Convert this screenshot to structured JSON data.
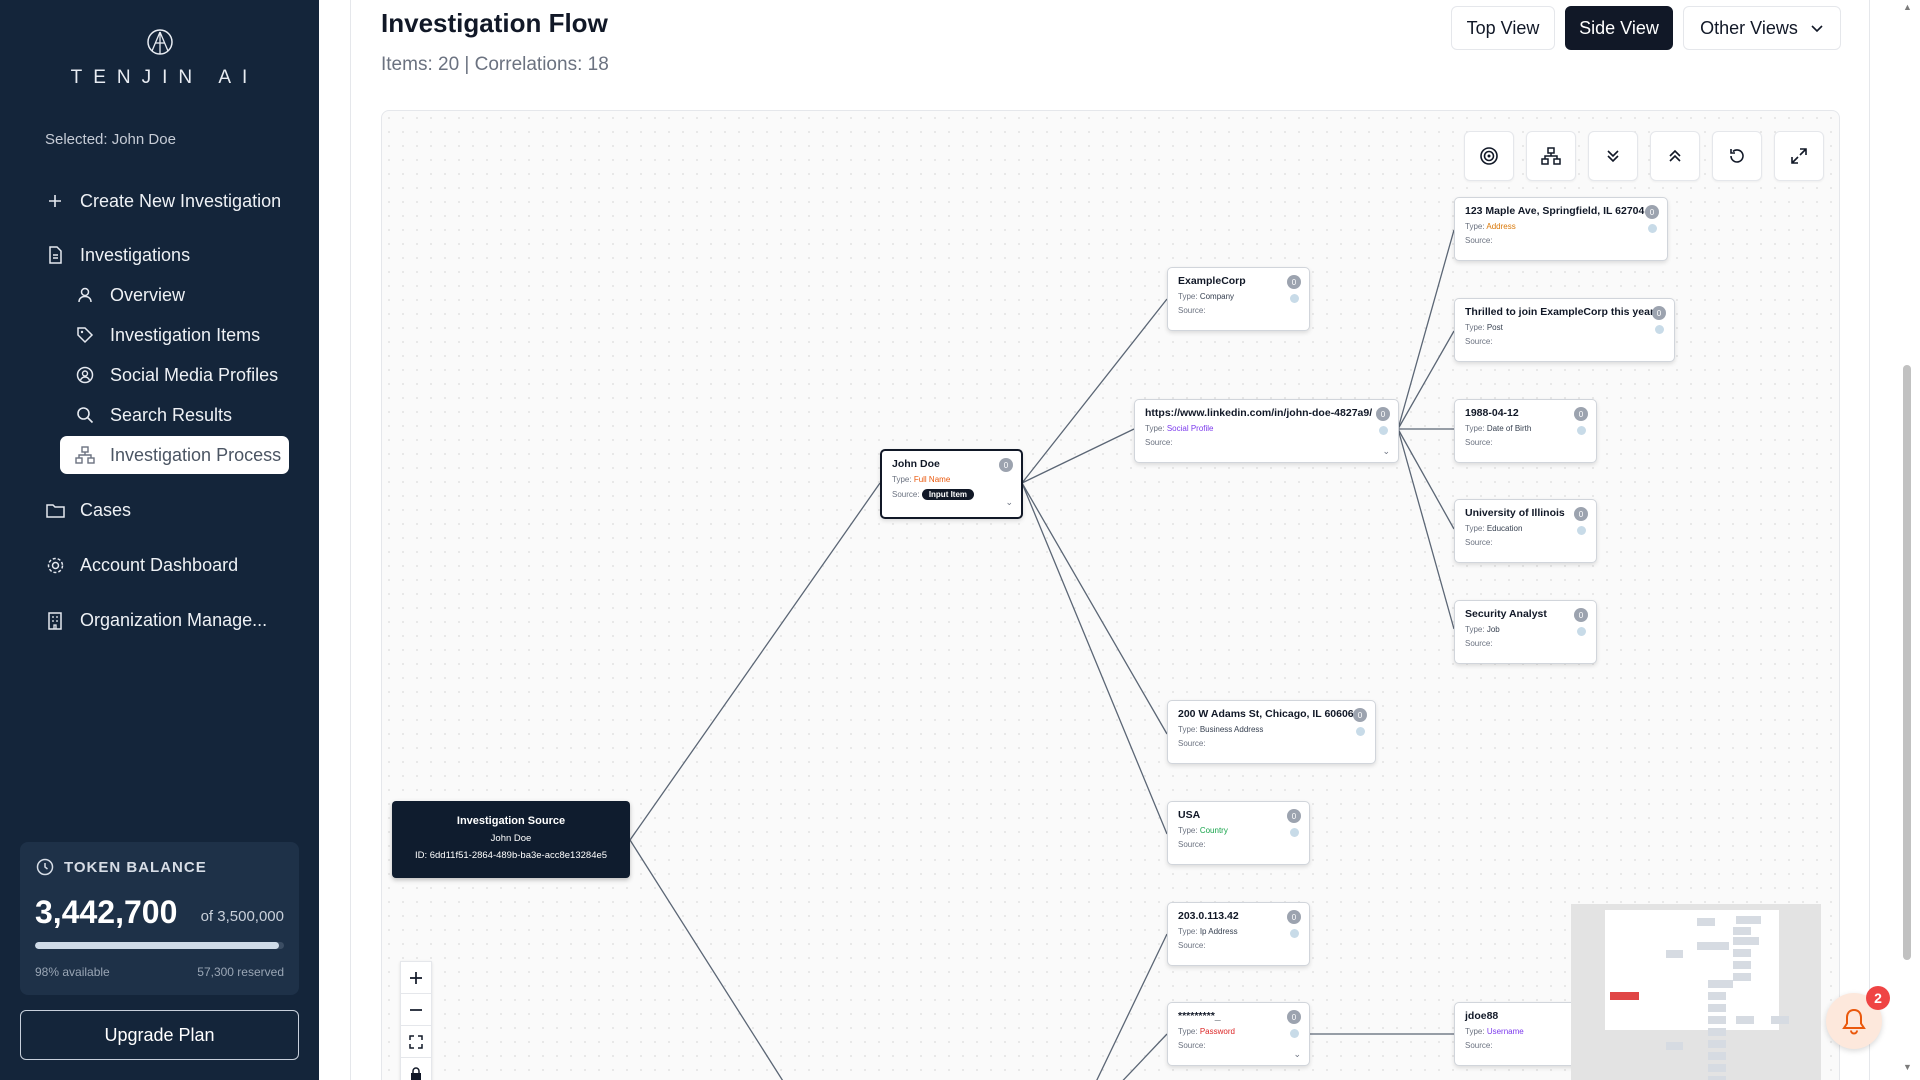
{
  "brand": {
    "name": "TENJIN AI"
  },
  "sidebar": {
    "selected": "Selected: John Doe",
    "items": [
      {
        "label": "Create New Investigation",
        "icon": "plus-icon"
      },
      {
        "label": "Investigations",
        "icon": "file-icon"
      },
      {
        "label": "Overview",
        "icon": "user-icon"
      },
      {
        "label": "Investigation Items",
        "icon": "tag-icon"
      },
      {
        "label": "Social Media Profiles",
        "icon": "user-circle-icon"
      },
      {
        "label": "Search Results",
        "icon": "search-icon"
      },
      {
        "label": "Investigation Process",
        "icon": "network-icon",
        "active": true
      },
      {
        "label": "Cases",
        "icon": "folder-icon"
      },
      {
        "label": "Account Dashboard",
        "icon": "gear-icon"
      },
      {
        "label": "Organization Manage...",
        "icon": "building-icon"
      }
    ]
  },
  "token": {
    "title": "TOKEN BALANCE",
    "amount": "3,442,700",
    "of": "of 3,500,000",
    "available_fraction": 0.98,
    "available": "98% available",
    "reserved": "57,300 reserved"
  },
  "upgrade_label": "Upgrade Plan",
  "header": {
    "title": "Investigation Flow",
    "subtitle": "Items: 20 | Correlations: 18",
    "views": [
      "Top View",
      "Side View",
      "Other Views"
    ],
    "active_view": "Side View"
  },
  "toolbar": [
    "target-icon",
    "network-icon",
    "chevrons-down-icon",
    "chevrons-up-icon",
    "reset-icon",
    "expand-icon"
  ],
  "source_node": {
    "title": "Investigation Source",
    "name": "John Doe",
    "id": "ID: 6dd11f51-2864-489b-ba3e-acc8e13284e5"
  },
  "labels": {
    "type": "Type:",
    "source": "Source:"
  },
  "nodes": {
    "john": {
      "title": "John Doe",
      "type": "Full Name",
      "type_color": "#ea580c",
      "badge": "0",
      "pill": "Input Item"
    },
    "examplecorp": {
      "title": "ExampleCorp",
      "type": "Company",
      "type_color": "#374151",
      "badge": "0"
    },
    "linkedin": {
      "title": "https://www.linkedin.com/in/john-doe-4827a9/",
      "type": "Social Profile",
      "type_color": "#7c3aed",
      "badge": "0"
    },
    "maple": {
      "title": "123 Maple Ave, Springfield, IL 62704",
      "type": "Address",
      "type_color": "#d97706",
      "badge": "0"
    },
    "post": {
      "title": "Thrilled to join ExampleCorp this year.",
      "type": "Post",
      "type_color": "#374151",
      "badge": "0"
    },
    "dob": {
      "title": "1988-04-12",
      "type": "Date of Birth",
      "type_color": "#374151",
      "badge": "0"
    },
    "uni": {
      "title": "University of Illinois",
      "type": "Education",
      "type_color": "#374151",
      "badge": "0"
    },
    "job": {
      "title": "Security Analyst",
      "type": "Job",
      "type_color": "#374151",
      "badge": "0"
    },
    "adams": {
      "title": "200 W Adams St, Chicago, IL 60606",
      "type": "Business Address",
      "type_color": "#374151",
      "badge": "0"
    },
    "usa": {
      "title": "USA",
      "type": "Country",
      "type_color": "#16a34a",
      "badge": "0"
    },
    "ip": {
      "title": "203.0.113.42",
      "type": "Ip Address",
      "type_color": "#374151",
      "badge": "0"
    },
    "pwd": {
      "title": "*********_",
      "type": "Password",
      "type_color": "#dc2626",
      "badge": "0"
    },
    "user": {
      "title": "jdoe88",
      "type": "Username",
      "type_color": "#7c3aed"
    }
  },
  "notifications": {
    "count": "2"
  }
}
